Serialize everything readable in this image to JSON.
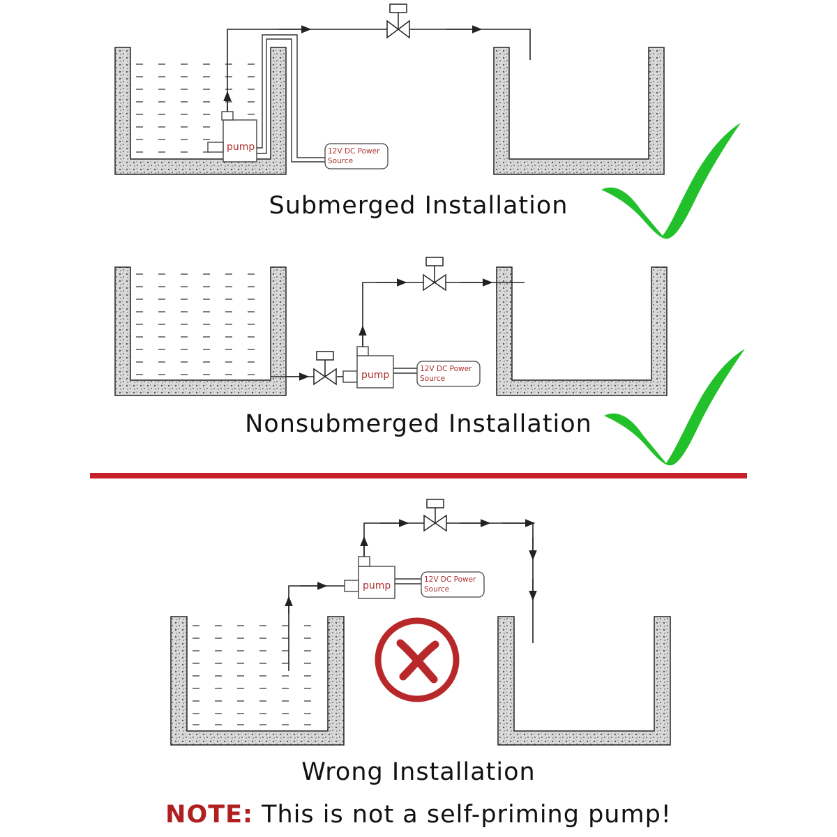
{
  "colors": {
    "check": "#22c02a",
    "divider": "#c8202a",
    "wrong_mark": "#b8282a",
    "note_lead": "#b02020",
    "pump_text": "#b03030",
    "line": "#222222"
  },
  "icons": [
    "green-check-icon",
    "red-x-circle-icon",
    "valve-icon",
    "flow-arrow-icon"
  ],
  "diagrams": {
    "submerged": {
      "caption": "Submerged Installation",
      "pump_label": "pump",
      "power_line1": "12V DC Power",
      "power_line2": "Source"
    },
    "nonsubmerged": {
      "caption": "Nonsubmerged Installation",
      "pump_label": "pump",
      "power_line1": "12V DC Power",
      "power_line2": "Source"
    },
    "wrong": {
      "caption": "Wrong Installation",
      "pump_label": "pump",
      "power_line1": "12V DC Power",
      "power_line2": "Source"
    }
  },
  "note": {
    "lead": "NOTE:",
    "text": " This is not a self-priming pump!"
  }
}
